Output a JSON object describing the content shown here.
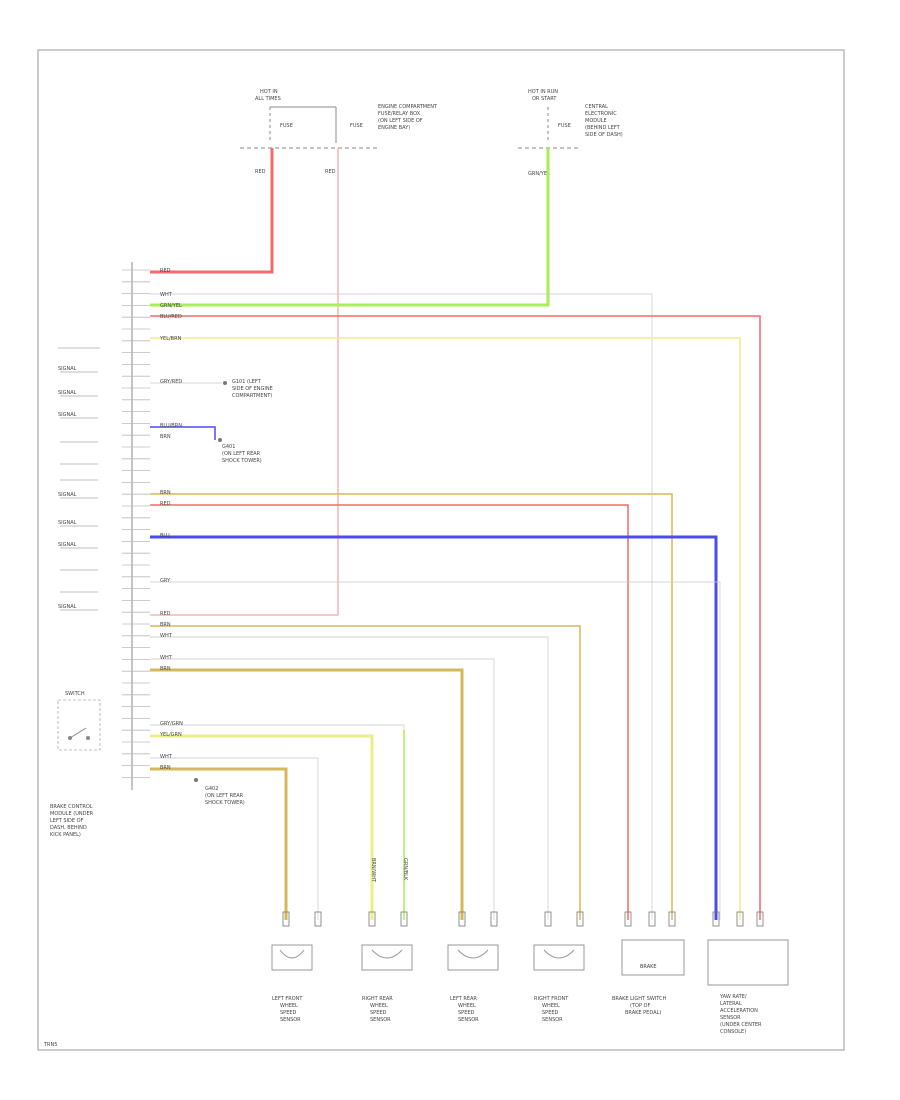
{
  "colors": {
    "red": "#f46a6a",
    "pink": "#f8b4b4",
    "yellow": "#eeee88",
    "green": "#aaee55",
    "blue": "#4b4bf0",
    "tan": "#d6b85a",
    "gray": "#c8c8c8",
    "frame": "#999999"
  },
  "fuse_box": {
    "title_line1": "HOT IN",
    "title_line2": "ALL TIMES",
    "fuse_left": "FUSE",
    "fuse_right": "FUSE",
    "desc": [
      "ENGINE COMPARTMENT",
      "FUSE/RELAY BOX",
      "(ON LEFT SIDE OF",
      "ENGINE BAY)"
    ],
    "wire_left": "RED",
    "wire_right": "RED"
  },
  "ign_box": {
    "title_line1": "HOT IN RUN",
    "title_line2": "OR START",
    "fuse": "FUSE",
    "desc": [
      "CENTRAL",
      "ELECTRONIC",
      "MODULE",
      "(BEHIND LEFT",
      "SIDE OF DASH)"
    ],
    "wire": "GRN/YEL"
  },
  "module": {
    "label": [
      "BRAKE CONTROL",
      "MODULE (UNDER",
      "LEFT SIDE OF",
      "DASH, BEHIND",
      "KICK PANEL)"
    ],
    "pin_count": 44,
    "wires": [
      {
        "label": "RED"
      },
      {
        "label": "WHT"
      },
      {
        "label": "GRN/YEL"
      },
      {
        "label": "BLU/RED"
      },
      {
        "label": "YEL/BRN"
      },
      {
        "label": "GRY/RED"
      },
      {
        "label": "BLU/BRN"
      },
      {
        "label": "BRN"
      },
      {
        "label": "BRN"
      },
      {
        "label": "RED"
      },
      {
        "label": "BLU"
      },
      {
        "label": "GRY"
      },
      {
        "label": "RED"
      },
      {
        "label": "BRN"
      },
      {
        "label": "WHT"
      },
      {
        "label": "WHT"
      },
      {
        "label": "BRN"
      },
      {
        "label": "GRY/GRN"
      },
      {
        "label": "YEL/GRN"
      },
      {
        "label": "WHT"
      },
      {
        "label": "BRN"
      }
    ]
  },
  "side_labels": [
    "",
    "SIGNAL",
    "SIGNAL",
    "SIGNAL",
    "",
    "",
    "SIGNAL",
    "SIGNAL",
    "SIGNAL",
    "",
    "SIGNAL"
  ],
  "ground_notes": [
    {
      "lines": [
        "G101 (LEFT",
        "SIDE OF ENGINE",
        "COMPARTMENT)"
      ]
    },
    {
      "lines": [
        "G401",
        "(ON LEFT REAR",
        "SHOCK TOWER)"
      ]
    },
    {
      "lines": [
        "G402",
        "(ON LEFT REAR",
        "SHOCK TOWER)"
      ]
    }
  ],
  "switch": {
    "label": "SWITCH"
  },
  "speed_sensor_wires": [
    "BRN/WHT",
    "GRN/BLK"
  ],
  "sensors": [
    {
      "lines": [
        "LEFT FRONT",
        "WHEEL",
        "SPEED",
        "SENSOR"
      ]
    },
    {
      "lines": [
        "RIGHT REAR",
        "WHEEL",
        "SPEED",
        "SENSOR"
      ]
    },
    {
      "lines": [
        "LEFT REAR",
        "WHEEL",
        "SPEED",
        "SENSOR"
      ]
    },
    {
      "lines": [
        "RIGHT FRONT",
        "WHEEL",
        "SPEED",
        "SENSOR"
      ]
    }
  ],
  "brake_switch": {
    "title": "BRAKE LIGHT SWITCH",
    "lines": [
      "(TOP OF",
      "BRAKE PEDAL)"
    ],
    "inner": "BRAKE"
  },
  "yaw_sensor": {
    "lines": [
      "YAW RATE/",
      "LATERAL",
      "ACCELERATION",
      "SENSOR",
      "(UNDER CENTER",
      "CONSOLE)"
    ]
  },
  "footer": "TRN5"
}
